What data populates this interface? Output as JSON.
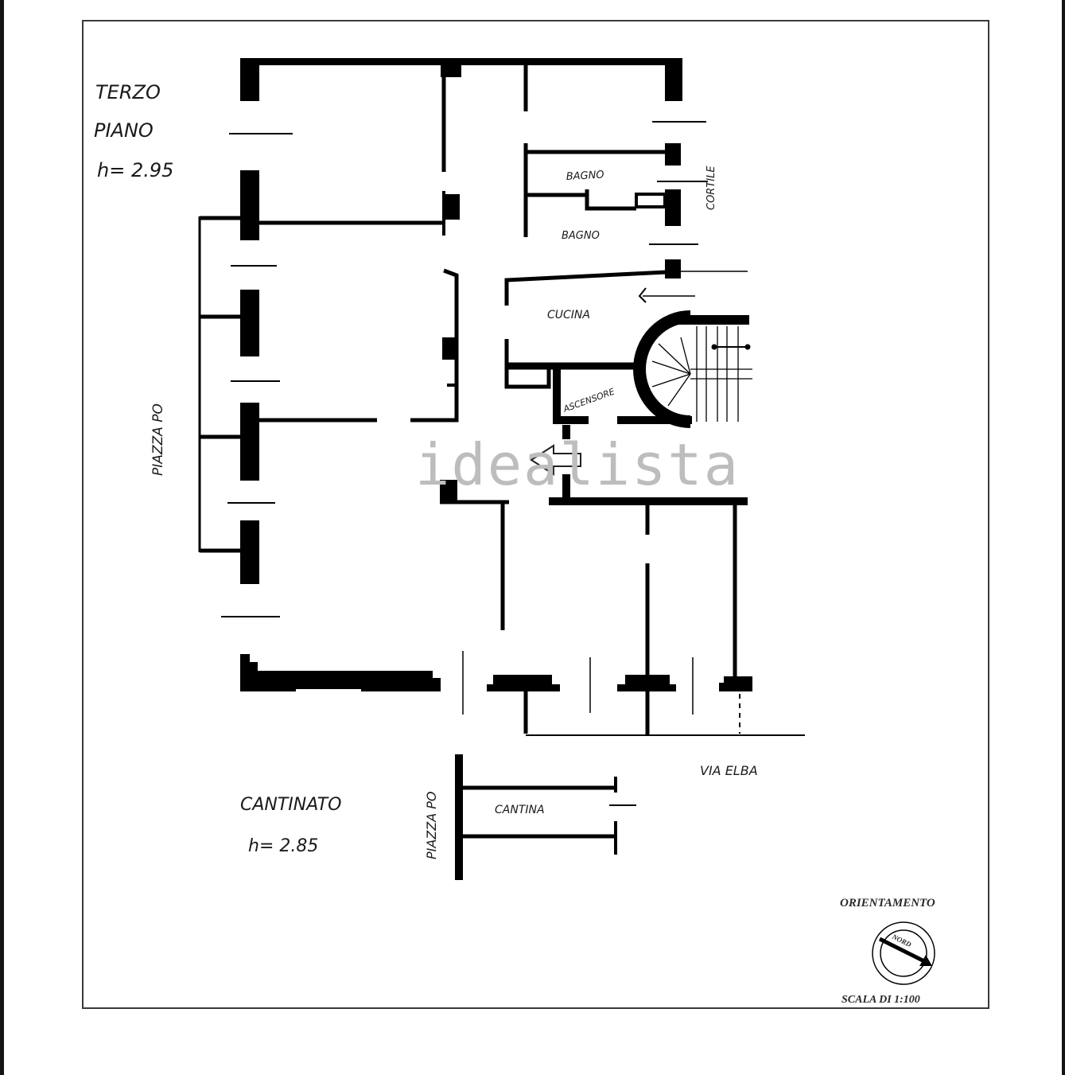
{
  "floor_plan": {
    "upper_floor": {
      "title_line1": "TERZO",
      "title_line2": "PIANO",
      "height": "h= 2.95"
    },
    "basement": {
      "title": "CANTINATO",
      "height": "h= 2.85"
    },
    "rooms": {
      "bagno_1": "BAGNO",
      "bagno_2": "BAGNO",
      "cucina": "CUCINA",
      "ascensore": "ASCENSORE",
      "cantina": "CANTINA"
    },
    "streets": {
      "piazza_po_main": "PIAZZA PO",
      "piazza_po_cellar": "PIAZZA PO",
      "via_elba": "VIA ELBA",
      "cortile": "CORTILE"
    },
    "legend": {
      "orientation_label": "ORIENTAMENTO",
      "compass_text": "NORD",
      "scale": "SCALA DI 1:100"
    },
    "watermark": "idealista",
    "colors": {
      "wall": "#000000",
      "watermark": "#bdbdbd",
      "frame": "#3a3a3a"
    }
  }
}
